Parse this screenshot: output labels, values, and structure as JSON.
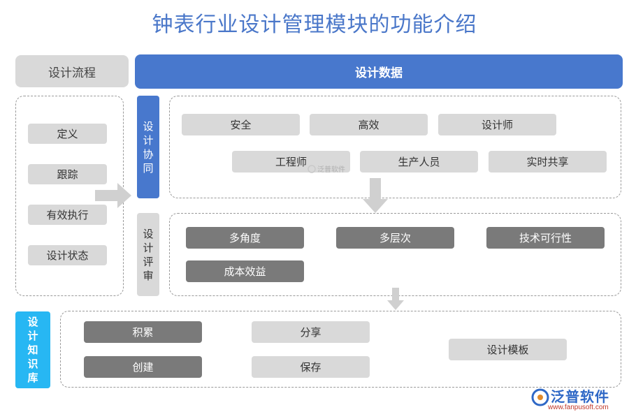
{
  "title": "钟表行业设计管理模块的功能介绍",
  "headers": {
    "left": "设计流程",
    "right": "设计数据"
  },
  "process_steps": [
    "定义",
    "跟踪",
    "有效执行",
    "设计状态"
  ],
  "collab": {
    "label": [
      "设",
      "计",
      "协",
      "同"
    ],
    "row1": [
      "安全",
      "高效",
      "设计师"
    ],
    "row2": [
      "工程师",
      "生产人员",
      "实时共享"
    ]
  },
  "review": {
    "label": [
      "设",
      "计",
      "评",
      "审"
    ],
    "row1": [
      "多角度",
      "多层次",
      "技术可行性"
    ],
    "row2": [
      "成本效益"
    ]
  },
  "knowledge": {
    "label": [
      "设",
      "计",
      "知",
      "识",
      "库"
    ],
    "col1": [
      "积累",
      "创建"
    ],
    "col2": [
      "分享",
      "保存"
    ],
    "col3": [
      "设计模板"
    ]
  },
  "watermark": {
    "brand": "泛普软件",
    "url": "www.fanpusoft.com",
    "small": "泛普软件"
  },
  "colors": {
    "blue": "#4878cd",
    "cyan": "#27b7f3",
    "light_gray": "#d9d9d9",
    "dark_gray": "#7a7a7a",
    "title": "#4a77c9"
  }
}
